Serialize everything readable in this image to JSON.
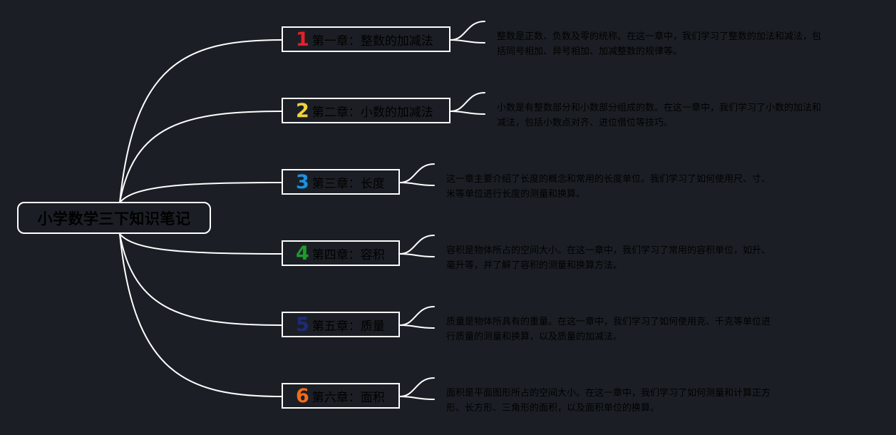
{
  "root": {
    "title": "小学数学三下知识笔记"
  },
  "chapters": [
    {
      "number": "1",
      "title": "第一章：整数的加减法",
      "color": "#e8202a",
      "description_lines": [
        "整数是正数、负数及零的统称。在这一章中，我们学习了整数的加法和减法，包",
        "括同号相加、异号相加、加减整数的规律等。"
      ]
    },
    {
      "number": "2",
      "title": "第二章：小数的加减法",
      "color": "#f2d13c",
      "description_lines": [
        "小数是有整数部分和小数部分组成的数。在这一章中，我们学习了小数的加法和",
        "减法，包括小数点对齐、进位借位等技巧。"
      ]
    },
    {
      "number": "3",
      "title": "第三章：长度",
      "color": "#1e8fe0",
      "description_lines": [
        "这一章主要介绍了长度的概念和常用的长度单位。我们学习了如何使用尺、寸、",
        "米等单位进行长度的测量和换算。"
      ]
    },
    {
      "number": "4",
      "title": "第四章：容积",
      "color": "#1f9a2b",
      "description_lines": [
        "容积是物体所占的空间大小。在这一章中，我们学习了常用的容积单位，如升、",
        "毫升等，并了解了容积的测量和换算方法。"
      ]
    },
    {
      "number": "5",
      "title": "第五章：质量",
      "color": "#1c2b7a",
      "description_lines": [
        "质量是物体所具有的重量。在这一章中，我们学习了如何使用克、千克等单位进",
        "行质量的测量和换算，以及质量的加减法。"
      ]
    },
    {
      "number": "6",
      "title": "第六章：面积",
      "color": "#f26c1c",
      "description_lines": [
        "面积是平面图形所占的空间大小。在这一章中，我们学习了如何测量和计算正方",
        "形、长方形、三角形的面积，以及面积单位的换算。"
      ]
    }
  ],
  "connector_color": "#ffffff"
}
